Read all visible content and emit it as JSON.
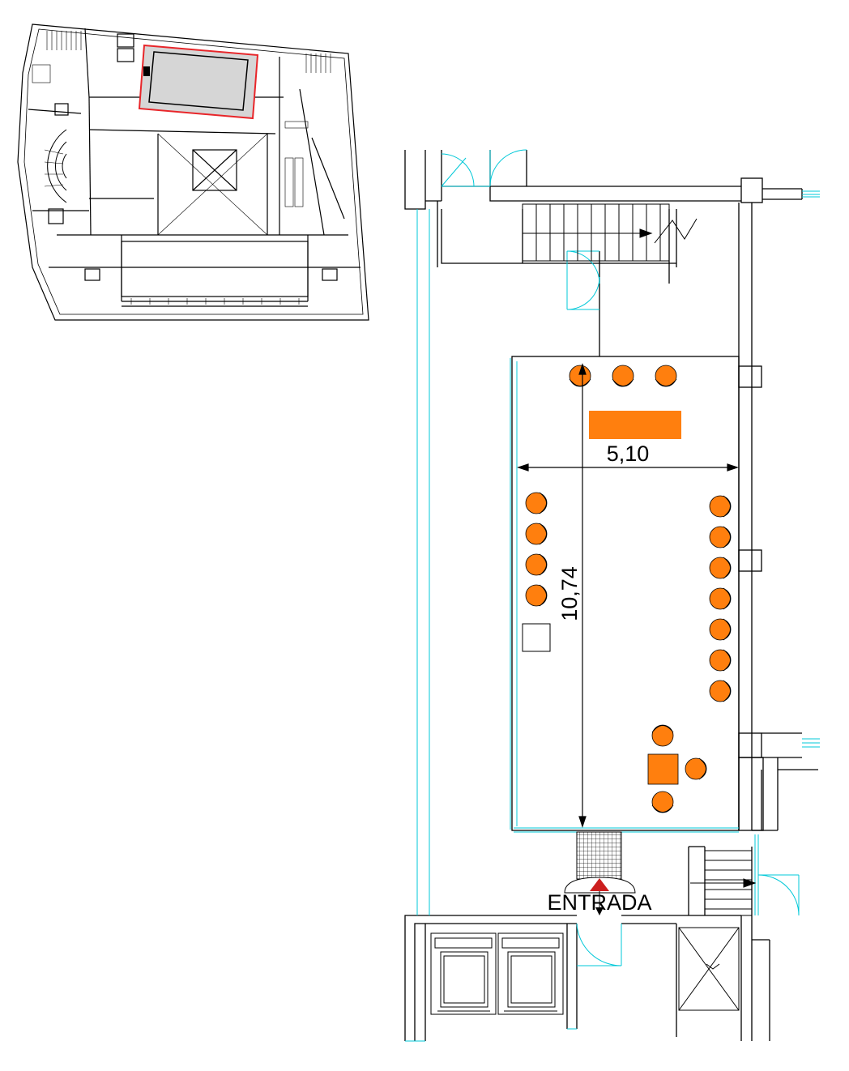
{
  "plan": {
    "width_dimension": "5,10",
    "length_dimension": "10,74",
    "entrance_label": "ENTRADA"
  },
  "colors": {
    "wall": "#000000",
    "glazing": "#00c8d8",
    "furniture": "#ff7f0e",
    "highlight": "#e8262a",
    "room_fill": "#d6d6d6",
    "entry_arrow": "#cc1f1f"
  },
  "furniture": {
    "chairs_top_row": 3,
    "chairs_left_column": 4,
    "chairs_right_column": 7,
    "chairs_at_small_table": 3,
    "head_tables": 1,
    "small_tables": 1
  }
}
